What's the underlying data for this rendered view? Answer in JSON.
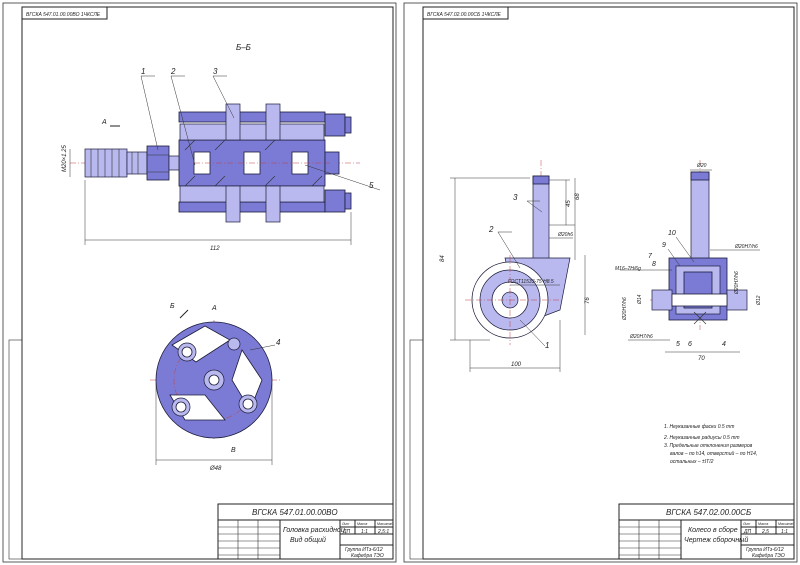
{
  "sheet1": {
    "stamp": "ВГСКА 547.01.00.00ВО 1ЧКСЛЕ",
    "section_label": "Б–Б",
    "callouts": [
      "1",
      "2",
      "3",
      "4",
      "5"
    ],
    "thread_label": "М20×1.25",
    "overall_dim": "112",
    "view_a_label": "А",
    "view_b_label": "Б",
    "view_a2_label": "А",
    "view_b2_label": "В",
    "bottom_dim": "Ø48",
    "title_doc": "ВГСКА 547.01.00.00ВО",
    "title_name1": "Головка расхидной",
    "title_name2": "Вид общий",
    "lit": "Лит",
    "mass": "Масса",
    "scale": "Масштаб",
    "lit_val": "ДП",
    "mass_val": "1:1",
    "scale_val": "2,5:1",
    "group": "Группа ИТз-6/12",
    "dept": "Кафедра ТЭО"
  },
  "sheet2": {
    "stamp": "ВГСКА 547.02.00.00СБ 1ЧКСЛЕ",
    "callouts": [
      "1",
      "2",
      "3",
      "4",
      "5",
      "6",
      "7",
      "8",
      "9",
      "10"
    ],
    "dim_84": "84",
    "dim_45": "45",
    "dim_68": "68",
    "dim_76": "76",
    "dim_100": "100",
    "dim_70": "70",
    "dim_20": "Ø20",
    "dim_20h6": "Ø20h6",
    "dim_12": "Ø12",
    "fit1": "Ø20Н7/h6",
    "fit2": "Ø20Н7/h6",
    "fit3": "Ø20Н7/h6",
    "fit4": "Ø20Н7/h6",
    "thread": "М16–7Н/6g",
    "dim_14": "Ø14",
    "gost": "ГОСТ11533-75 Н8.5",
    "notes": [
      "1. Неуказанные фаски 0.5 mm",
      "2. Неуказанные радиусы 0.5 mm",
      "3. Предельные отклонения размеров",
      "валов – по h14, отверстий – по Н14,",
      "остальных – ±IT/2"
    ],
    "title_doc": "ВГСКА 547.02.00.00СБ",
    "title_name1": "Колесо в сборе",
    "title_name2": "Чертеж сборочный",
    "lit": "Лит",
    "mass": "Масса",
    "scale": "Масштаб",
    "lit_val": "ДП",
    "mass_val": "2,5",
    "scale_val": "1:1",
    "group": "Группа ИТз-6/12",
    "dept": "Кафедра ТЭО"
  }
}
